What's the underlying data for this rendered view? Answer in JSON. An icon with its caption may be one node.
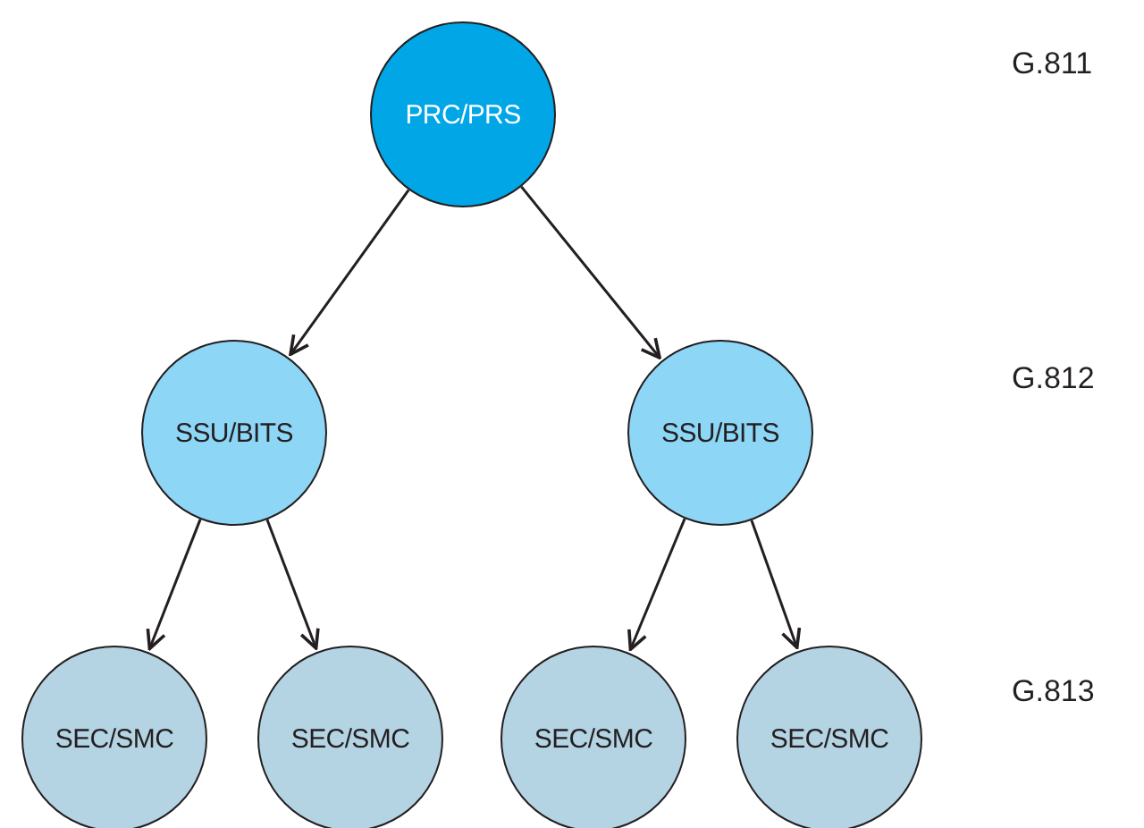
{
  "diagram": {
    "nodes": [
      {
        "text": [
          "PRC/PRS"
        ]
      },
      {
        "text": [
          "SSU/BITS"
        ]
      },
      {
        "text": [
          "SSU/BITS"
        ]
      },
      {
        "text": [
          "SEC/SMC"
        ]
      },
      {
        "text": [
          "SEC/SMC"
        ]
      },
      {
        "text": [
          "SEC/SMC"
        ]
      },
      {
        "text": [
          "SEC/SMC"
        ]
      }
    ],
    "edges": [
      {
        "from": 0,
        "to": 1,
        "arrow": "to"
      },
      {
        "from": 0,
        "to": 2,
        "arrow": "to"
      },
      {
        "from": 1,
        "to": 3,
        "arrow": "to"
      },
      {
        "from": 1,
        "to": 4,
        "arrow": "to"
      },
      {
        "from": 2,
        "to": 5,
        "arrow": "to"
      },
      {
        "from": 2,
        "to": 6,
        "arrow": "to"
      }
    ],
    "labels": [
      "G.811",
      "G.812",
      "G.813"
    ]
  }
}
